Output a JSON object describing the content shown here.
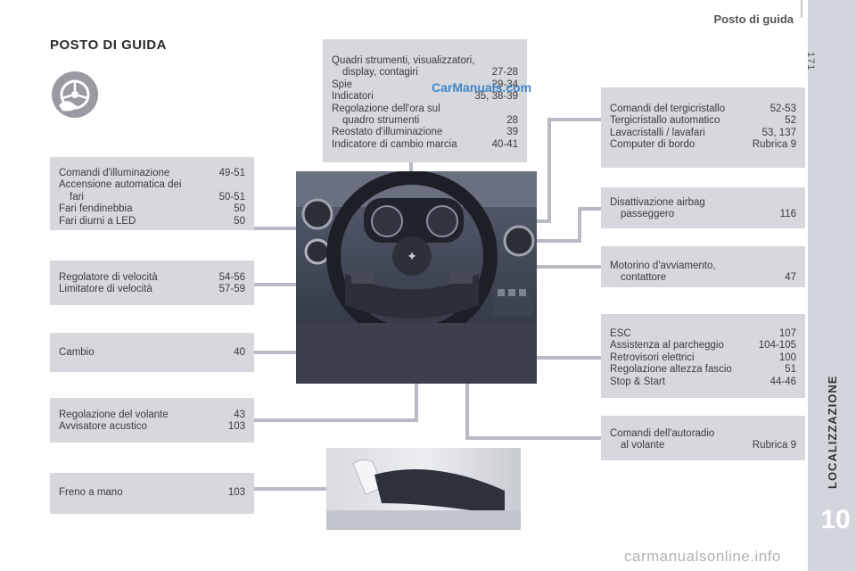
{
  "header": {
    "title": "Posto di guida",
    "page_number": "171"
  },
  "side": {
    "label": "LOCALIZZAZIONE",
    "chapter": "10"
  },
  "section_title": "POSTO DI GUIDA",
  "boxes": {
    "instruments": [
      {
        "label": "Quadri strumenti, visualizzatori,",
        "page": ""
      },
      {
        "label": "display, contagiri",
        "page": "27-28",
        "indent": true
      },
      {
        "label": "Spie",
        "page": "29-34"
      },
      {
        "label": "Indicatori",
        "page": "35, 38-39"
      },
      {
        "label": "Regolazione dell'ora sul",
        "page": ""
      },
      {
        "label": "quadro strumenti",
        "page": "28",
        "indent": true
      },
      {
        "label": "Reostato d'illuminazione",
        "page": "39"
      },
      {
        "label": "Indicatore di cambio marcia",
        "page": "40-41"
      }
    ],
    "wipers": [
      {
        "label": "Comandi del tergicristallo",
        "page": "52-53"
      },
      {
        "label": "Tergicristallo automatico",
        "page": "52"
      },
      {
        "label": "Lavacristalli / lavafari",
        "page": "53, 137"
      },
      {
        "label": "Computer di bordo",
        "page": "Rubrica 9"
      }
    ],
    "lights": [
      {
        "label": "Comandi d'illuminazione",
        "page": "49-51"
      },
      {
        "label": "Accensione automatica dei",
        "page": ""
      },
      {
        "label": "fari",
        "page": "50-51",
        "indent": true
      },
      {
        "label": "Fari fendinebbia",
        "page": "50"
      },
      {
        "label": "Fari diurni a LED",
        "page": "50"
      }
    ],
    "airbag": [
      {
        "label": "Disattivazione airbag",
        "page": ""
      },
      {
        "label": "passeggero",
        "page": "116",
        "indent": true
      }
    ],
    "ignition": [
      {
        "label": "Motorino d'avviamento,",
        "page": ""
      },
      {
        "label": "contattore",
        "page": "47",
        "indent": true
      }
    ],
    "cruise": [
      {
        "label": "Regolatore di velocità",
        "page": "54-56"
      },
      {
        "label": "Limitatore di velocità",
        "page": "57-59"
      }
    ],
    "gearbox": [
      {
        "label": "Cambio",
        "page": "40"
      }
    ],
    "esc": [
      {
        "label": "ESC",
        "page": "107"
      },
      {
        "label": "Assistenza al parcheggio",
        "page": "104-105"
      },
      {
        "label": "Retrovisori elettrici",
        "page": "100"
      },
      {
        "label": "Regolazione altezza fascio",
        "page": "51"
      },
      {
        "label": "Stop & Start",
        "page": "44-46"
      }
    ],
    "steering": [
      {
        "label": "Regolazione del volante",
        "page": "43"
      },
      {
        "label": "Avvisatore acustico",
        "page": "103"
      }
    ],
    "radio": [
      {
        "label": "Comandi dell'autoradio",
        "page": ""
      },
      {
        "label": "al volante",
        "page": "Rubrica 9",
        "indent": true
      }
    ],
    "handbrake": [
      {
        "label": "Freno a mano",
        "page": "103"
      }
    ]
  },
  "watermarks": {
    "top": "CarManuals.com",
    "bottom": "carmanualsonline.info"
  },
  "icons": {
    "logo": "steering-wheel-hand-icon"
  },
  "colors": {
    "box_bg": "#d7d8de",
    "connector": "#b8bac4",
    "side_strip": "#d3d5dd"
  }
}
